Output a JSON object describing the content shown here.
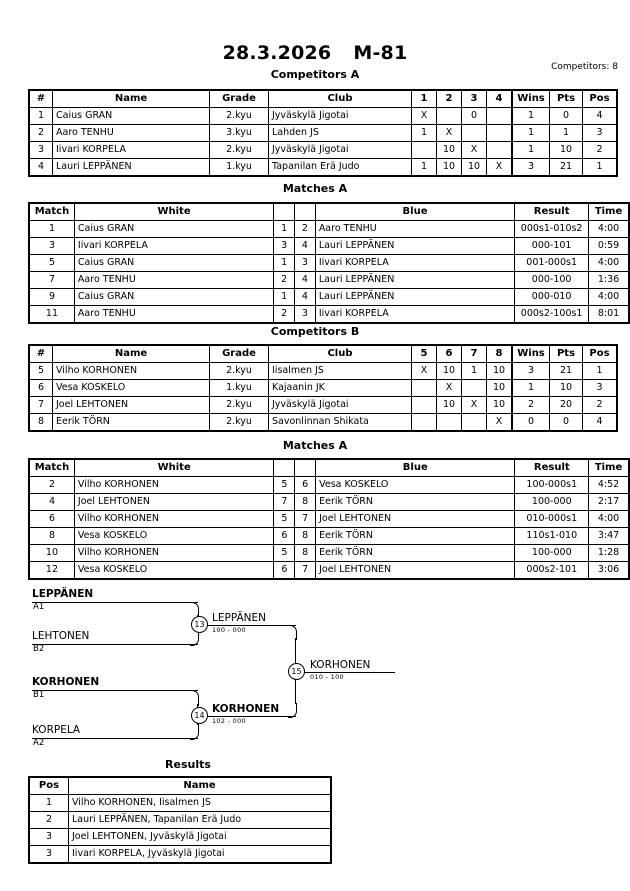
{
  "header": {
    "date": "28.3.2026",
    "category": "M-81",
    "competitors_label": "Competitors: 8"
  },
  "sections": {
    "competitors_a": "Competitors A",
    "matches_a1": "Matches A",
    "competitors_b": "Competitors B",
    "matches_a2": "Matches A",
    "results": "Results"
  },
  "competitors_headers": {
    "num": "#",
    "name": "Name",
    "grade": "Grade",
    "club": "Club",
    "wins": "Wins",
    "pts": "Pts",
    "pos": "Pos"
  },
  "pool_a": {
    "opponent_cols": [
      "1",
      "2",
      "3",
      "4"
    ],
    "rows": [
      {
        "num": "1",
        "name": "Caius GRAN",
        "grade": "2.kyu",
        "club": "Jyväskylä Jigotai",
        "cells": [
          "X",
          "",
          "0",
          ""
        ],
        "wins": "1",
        "pts": "0",
        "pos": "4"
      },
      {
        "num": "2",
        "name": "Aaro TENHU",
        "grade": "3.kyu",
        "club": "Lahden JS",
        "cells": [
          "1",
          "X",
          "",
          ""
        ],
        "wins": "1",
        "pts": "1",
        "pos": "3"
      },
      {
        "num": "3",
        "name": "Iivari KORPELA",
        "grade": "2.kyu",
        "club": "Jyväskylä Jigotai",
        "cells": [
          "",
          "10",
          "X",
          ""
        ],
        "wins": "1",
        "pts": "10",
        "pos": "2"
      },
      {
        "num": "4",
        "name": "Lauri LEPPÄNEN",
        "grade": "1.kyu",
        "club": "Tapanilan Erä Judo",
        "cells": [
          "1",
          "10",
          "10",
          "X"
        ],
        "wins": "3",
        "pts": "21",
        "pos": "1"
      }
    ]
  },
  "pool_b": {
    "opponent_cols": [
      "5",
      "6",
      "7",
      "8"
    ],
    "rows": [
      {
        "num": "5",
        "name": "Vilho KORHONEN",
        "grade": "2.kyu",
        "club": "Iisalmen JS",
        "cells": [
          "X",
          "10",
          "1",
          "10"
        ],
        "wins": "3",
        "pts": "21",
        "pos": "1"
      },
      {
        "num": "6",
        "name": "Vesa KOSKELO",
        "grade": "1.kyu",
        "club": "Kajaanin JK",
        "cells": [
          "",
          "X",
          "",
          "10"
        ],
        "wins": "1",
        "pts": "10",
        "pos": "3"
      },
      {
        "num": "7",
        "name": "Joel LEHTONEN",
        "grade": "2.kyu",
        "club": "Jyväskylä Jigotai",
        "cells": [
          "",
          "10",
          "X",
          "10"
        ],
        "wins": "2",
        "pts": "20",
        "pos": "2"
      },
      {
        "num": "8",
        "name": "Eerik TÖRN",
        "grade": "2.kyu",
        "club": "Savonlinnan Shikata",
        "cells": [
          "",
          "",
          "",
          "X"
        ],
        "wins": "0",
        "pts": "0",
        "pos": "4"
      }
    ]
  },
  "matches_headers": {
    "match": "Match",
    "white": "White",
    "blue": "Blue",
    "result": "Result",
    "time": "Time"
  },
  "matches_a": {
    "rows": [
      {
        "match": "1",
        "white": "Caius GRAN",
        "white_bold": false,
        "wn": "1",
        "bn": "2",
        "blue": "Aaro TENHU",
        "blue_bold": true,
        "result": "000s1-010s2",
        "time": "4:00"
      },
      {
        "match": "3",
        "white": "Iivari KORPELA",
        "white_bold": false,
        "wn": "3",
        "bn": "4",
        "blue": "Lauri LEPPÄNEN",
        "blue_bold": true,
        "result": "000-101",
        "time": "0:59"
      },
      {
        "match": "5",
        "white": "Caius GRAN",
        "white_bold": true,
        "wn": "1",
        "bn": "3",
        "blue": "Iivari KORPELA",
        "blue_bold": false,
        "result": "001-000s1",
        "time": "4:00"
      },
      {
        "match": "7",
        "white": "Aaro TENHU",
        "white_bold": false,
        "wn": "2",
        "bn": "4",
        "blue": "Lauri LEPPÄNEN",
        "blue_bold": true,
        "result": "000-100",
        "time": "1:36"
      },
      {
        "match": "9",
        "white": "Caius GRAN",
        "white_bold": false,
        "wn": "1",
        "bn": "4",
        "blue": "Lauri LEPPÄNEN",
        "blue_bold": true,
        "result": "000-010",
        "time": "4:00"
      },
      {
        "match": "11",
        "white": "Aaro TENHU",
        "white_bold": false,
        "wn": "2",
        "bn": "3",
        "blue": "Iivari KORPELA",
        "blue_bold": true,
        "result": "000s2-100s1",
        "time": "8:01"
      }
    ]
  },
  "matches_b": {
    "rows": [
      {
        "match": "2",
        "white": "Vilho KORHONEN",
        "white_bold": true,
        "wn": "5",
        "bn": "6",
        "blue": "Vesa KOSKELO",
        "blue_bold": false,
        "result": "100-000s1",
        "time": "4:52"
      },
      {
        "match": "4",
        "white": "Joel LEHTONEN",
        "white_bold": true,
        "wn": "7",
        "bn": "8",
        "blue": "Eerik TÖRN",
        "blue_bold": false,
        "result": "100-000",
        "time": "2:17"
      },
      {
        "match": "6",
        "white": "Vilho KORHONEN",
        "white_bold": true,
        "wn": "5",
        "bn": "7",
        "blue": "Joel LEHTONEN",
        "blue_bold": false,
        "result": "010-000s1",
        "time": "4:00"
      },
      {
        "match": "8",
        "white": "Vesa KOSKELO",
        "white_bold": true,
        "wn": "6",
        "bn": "8",
        "blue": "Eerik TÖRN",
        "blue_bold": false,
        "result": "110s1-010",
        "time": "3:47"
      },
      {
        "match": "10",
        "white": "Vilho KORHONEN",
        "white_bold": true,
        "wn": "5",
        "bn": "8",
        "blue": "Eerik TÖRN",
        "blue_bold": false,
        "result": "100-000",
        "time": "1:28"
      },
      {
        "match": "12",
        "white": "Vesa KOSKELO",
        "white_bold": false,
        "wn": "6",
        "bn": "7",
        "blue": "Joel LEHTONEN",
        "blue_bold": true,
        "result": "000s2-101",
        "time": "3:06"
      }
    ]
  },
  "bracket": {
    "entries": {
      "top1_name": "LEPPÄNEN",
      "top1_seed": "A1",
      "top2_name": "LEHTONEN",
      "top2_seed": "B2",
      "bot1_name": "KORHONEN",
      "bot1_seed": "B1",
      "bot2_name": "KORPELA",
      "bot2_seed": "A2"
    },
    "semi_top": {
      "number": "13",
      "winner": "LEPPÄNEN",
      "score": "100 - 000"
    },
    "semi_bot": {
      "number": "14",
      "winner": "KORHONEN",
      "score": "102 - 000"
    },
    "final": {
      "number": "15",
      "winner": "KORHONEN",
      "score": "010 - 100"
    }
  },
  "results_headers": {
    "pos": "Pos",
    "name": "Name"
  },
  "results": {
    "rows": [
      {
        "pos": "1",
        "name": "Vilho KORHONEN, Iisalmen JS"
      },
      {
        "pos": "2",
        "name": "Lauri LEPPÄNEN, Tapanilan Erä Judo"
      },
      {
        "pos": "3",
        "name": "Joel LEHTONEN, Jyväskylä Jigotai"
      },
      {
        "pos": "3",
        "name": "Iivari KORPELA, Jyväskylä Jigotai"
      }
    ]
  }
}
